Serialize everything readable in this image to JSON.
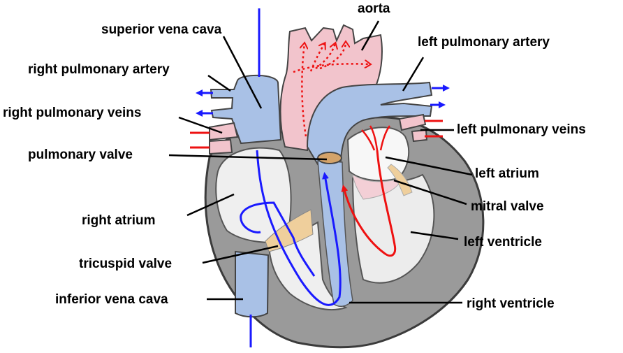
{
  "labels": {
    "aorta": "aorta",
    "superior_vena_cava": "superior vena cava",
    "right_pulmonary_artery": "right pulmonary artery",
    "right_pulmonary_veins": "right pulmonary veins",
    "pulmonary_valve": "pulmonary valve",
    "right_atrium": "right atrium",
    "tricuspid_valve": "tricuspid valve",
    "inferior_vena_cava": "inferior vena cava",
    "left_pulmonary_artery": "left pulmonary artery",
    "left_pulmonary_veins": "left pulmonary veins",
    "left_atrium": "left atrium",
    "mitral_valve": "mitral valve",
    "left_ventricle": "left ventricle",
    "right_ventricle": "right ventricle"
  },
  "colors": {
    "deoxygenated_flow": "#1a1aff",
    "oxygenated_flow": "#ee1111",
    "vein_fill": "#a9c1e6",
    "artery_fill": "#f2c4cc",
    "muscle_wall": "#9a9a9a",
    "valve_fill": "#efcf9c"
  }
}
